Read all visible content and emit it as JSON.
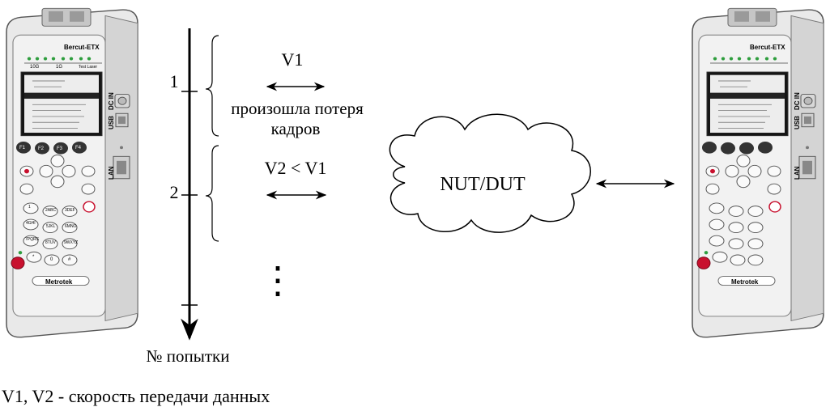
{
  "device": {
    "brand": "Bercut-ETX",
    "maker": "Metrotek",
    "port_groups": [
      "10G",
      "1G",
      "Test Laser"
    ],
    "side_labels": [
      "DC IN",
      "USB",
      "LAN"
    ],
    "function_keys": [
      "F1",
      "F2",
      "F3",
      "F4"
    ],
    "keypad": [
      "1",
      "2ABC",
      "3DEF",
      "4GHI",
      "5JKL",
      "6MNO",
      "7PQRS",
      "8TUV",
      "9WXYZ",
      "*",
      "0",
      "#"
    ]
  },
  "timeline": {
    "attempts": [
      "1",
      "2"
    ],
    "axis_label": "№ попытки"
  },
  "steps": [
    {
      "speed_label": "V1",
      "note_line1": "произошла потеря",
      "note_line2": "кадров"
    },
    {
      "speed_label": "V2 < V1"
    }
  ],
  "continuation": "⋮",
  "cloud_label": "NUT/DUT",
  "legend": "V1, V2 - скорость передачи данных",
  "colors": {
    "line": "#000000",
    "device_body": "#e6e6e6",
    "screen": "#111111",
    "power_button": "#c8102e",
    "led": "#2e9e3e"
  }
}
